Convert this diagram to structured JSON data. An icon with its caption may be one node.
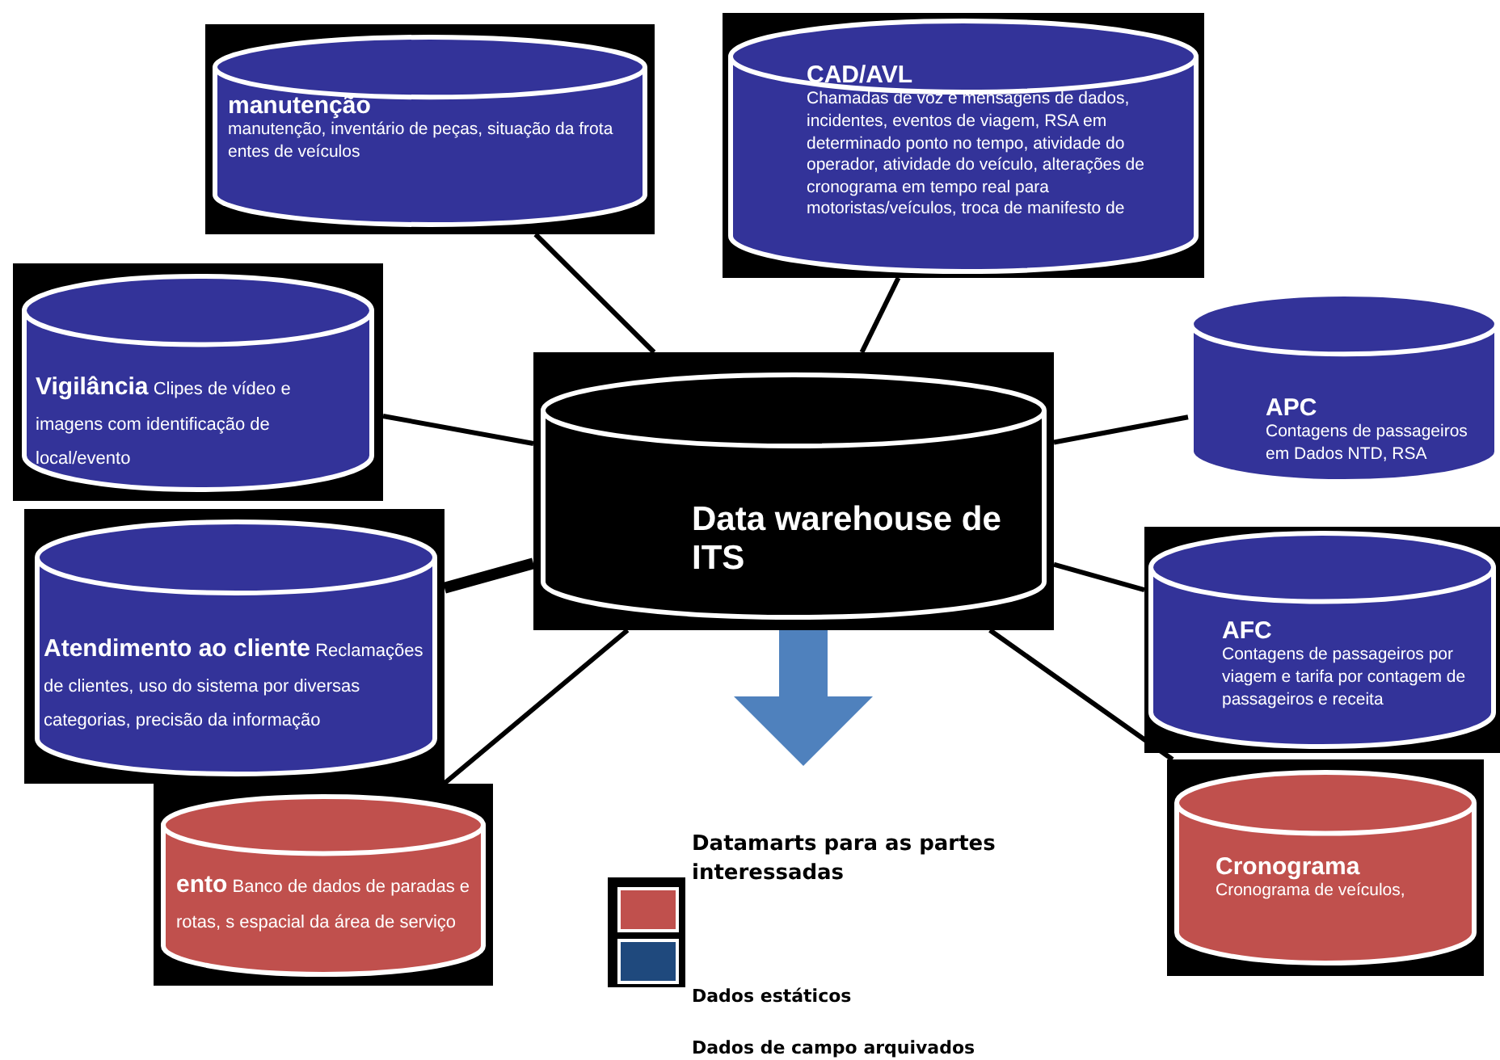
{
  "diagram": {
    "nodes": [
      {
        "text": [
          "Data warehouse de ITS"
        ]
      },
      {
        "text": [
          "manutenção",
          "manutenção, inventário de peças, situação da frota entes de veículos"
        ]
      },
      {
        "text": [
          "CAD/AVL",
          "Chamadas de voz e mensagens de dados, incidentes, eventos de viagem, RSA em determinado ponto no tempo, atividade do operador, atividade do veículo, alterações de cronograma em tempo real para motoristas/veículos, troca de manifesto de"
        ]
      },
      {
        "text": [
          "Vigilância",
          "Clipes de vídeo e imagens com identificação de local/evento"
        ]
      },
      {
        "text": [
          "APC",
          "Contagens de passageiros em Dados NTD, RSA"
        ]
      },
      {
        "text": [
          "Atendimento ao cliente",
          "Reclamações de clientes, uso do sistema por diversas categorias, precisão da informação"
        ]
      },
      {
        "text": [
          "AFC",
          "Contagens de passageiros por viagem e tarifa por contagem de passageiros e receita"
        ]
      },
      {
        "text": [
          "ento",
          "Banco de dados de paradas e rotas, s espacial da área de serviço"
        ]
      },
      {
        "text": [
          "Cronograma",
          "Cronograma de veículos,"
        ]
      },
      {
        "text": [
          "Datamarts para as partes interessadas"
        ]
      }
    ],
    "edges": [
      {
        "from": 1,
        "to": 0,
        "arrow": "none"
      },
      {
        "from": 2,
        "to": 0,
        "arrow": "none"
      },
      {
        "from": 3,
        "to": 0,
        "arrow": "none"
      },
      {
        "from": 4,
        "to": 0,
        "arrow": "none"
      },
      {
        "from": 5,
        "to": 0,
        "arrow": "none",
        "style": "thick"
      },
      {
        "from": 6,
        "to": 0,
        "arrow": "none"
      },
      {
        "from": 7,
        "to": 0,
        "arrow": "none"
      },
      {
        "from": 8,
        "to": 0,
        "arrow": "none"
      },
      {
        "from": 0,
        "to": 9,
        "arrow": "to",
        "style": "thick",
        "color": "#4f81bd"
      }
    ],
    "legend": [
      {
        "text": "Dados estáticos",
        "color": "#c0504d"
      },
      {
        "text": "Dados de campo arquivados",
        "color": "#1f497d"
      }
    ]
  }
}
